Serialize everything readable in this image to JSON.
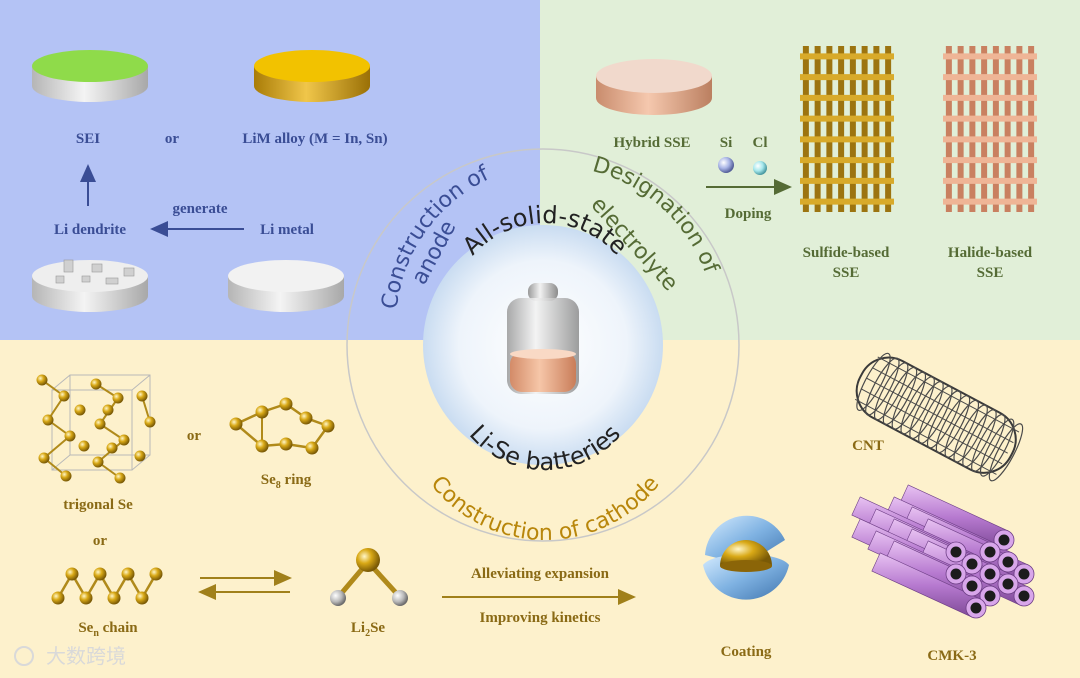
{
  "center": {
    "title_top": "All-solid-state",
    "title_bottom": "Li-Se batteries"
  },
  "sections": {
    "anode": "Construction of anode",
    "anode_line1": "Construction of",
    "anode_line2": "anode",
    "electrolyte_line1": "Designation of",
    "electrolyte_line2": "electrolyte",
    "cathode": "Construction of cathode"
  },
  "anode_panel": {
    "sei": "SEI",
    "or": "or",
    "alloy": "LiM alloy (M = In, Sn)",
    "generate": "generate",
    "li_dendrite": "Li dendrite",
    "li_metal": "Li metal"
  },
  "electrolyte_panel": {
    "hybrid": "Hybrid SSE",
    "si": "Si",
    "cl": "Cl",
    "doping": "Doping",
    "sulfide_line1": "Sulfide-based",
    "sulfide_line2": "SSE",
    "halide_line1": "Halide-based",
    "halide_line2": "SSE"
  },
  "cathode_panel": {
    "or1": "or",
    "se8_prefix": "Se",
    "se8_sub": "8",
    "se8_suffix": " ring",
    "trigonal": "trigonal Se",
    "or2": "or",
    "sen_prefix": "Se",
    "sen_sub": "n",
    "sen_suffix": " chain",
    "li2se_prefix": "Li",
    "li2se_sub": "2",
    "li2se_suffix": "Se",
    "alleviating": "Alleviating expansion",
    "improving": "Improving kinetics",
    "cnt": "CNT",
    "coating": "Coating",
    "cmk3": "CMK-3"
  },
  "watermark": "大数跨境",
  "colors": {
    "anode_bg": "#b4c3f5",
    "electrolyte_bg": "#e1efd8",
    "cathode_bg": "#fdf1cc",
    "anode_text": "#3a4d95",
    "electrolyte_text": "#556b35",
    "cathode_text": "#8a6a15",
    "se_gold": "#c49a12",
    "sei_green": "#8fdb4a",
    "alloy_gold": "#f2c200"
  }
}
